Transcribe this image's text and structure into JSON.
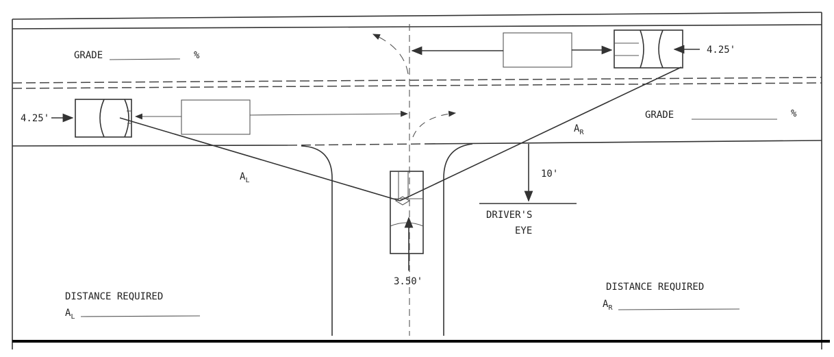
{
  "diagram": {
    "grade_left": {
      "label": "GRADE",
      "unit": "%"
    },
    "grade_right": {
      "label": "GRADE",
      "unit": "%"
    },
    "left_vehicle_height": "4.25'",
    "right_vehicle_height": "4.25'",
    "sight_line_left": {
      "main": "A",
      "sub": "L"
    },
    "sight_line_right": {
      "main": "A",
      "sub": "R"
    },
    "setback": "10'",
    "drivers_eye": {
      "line1": "DRIVER'S",
      "line2": "EYE"
    },
    "eye_height": "3.50'",
    "distance_left": {
      "label": "DISTANCE REQUIRED",
      "main": "A",
      "sub": "L"
    },
    "distance_right": {
      "label": "DISTANCE REQUIRED",
      "main": "A",
      "sub": "R"
    }
  }
}
